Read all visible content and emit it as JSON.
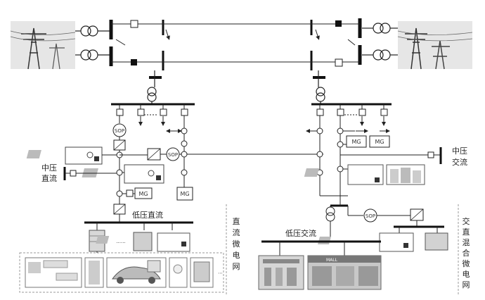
{
  "labels": {
    "sop": "SOP",
    "mg": "MG",
    "mv_dc": [
      "中压",
      "直流"
    ],
    "mv_ac": [
      "中压",
      "交流"
    ],
    "lv_dc": "低压直流",
    "lv_ac": "低压交流",
    "dc_microgrid": [
      "直",
      "流",
      "微",
      "电",
      "网"
    ],
    "hybrid_microgrid": [
      "交",
      "直",
      "混",
      "合",
      "微",
      "电",
      "网"
    ],
    "mall_sign": "MALL",
    "ellipsis": "......"
  },
  "colors": {
    "line": "#222222",
    "bus": "#111111",
    "dashed_box": "#9a9a9a",
    "panel_fill": "#d8d8d8"
  }
}
